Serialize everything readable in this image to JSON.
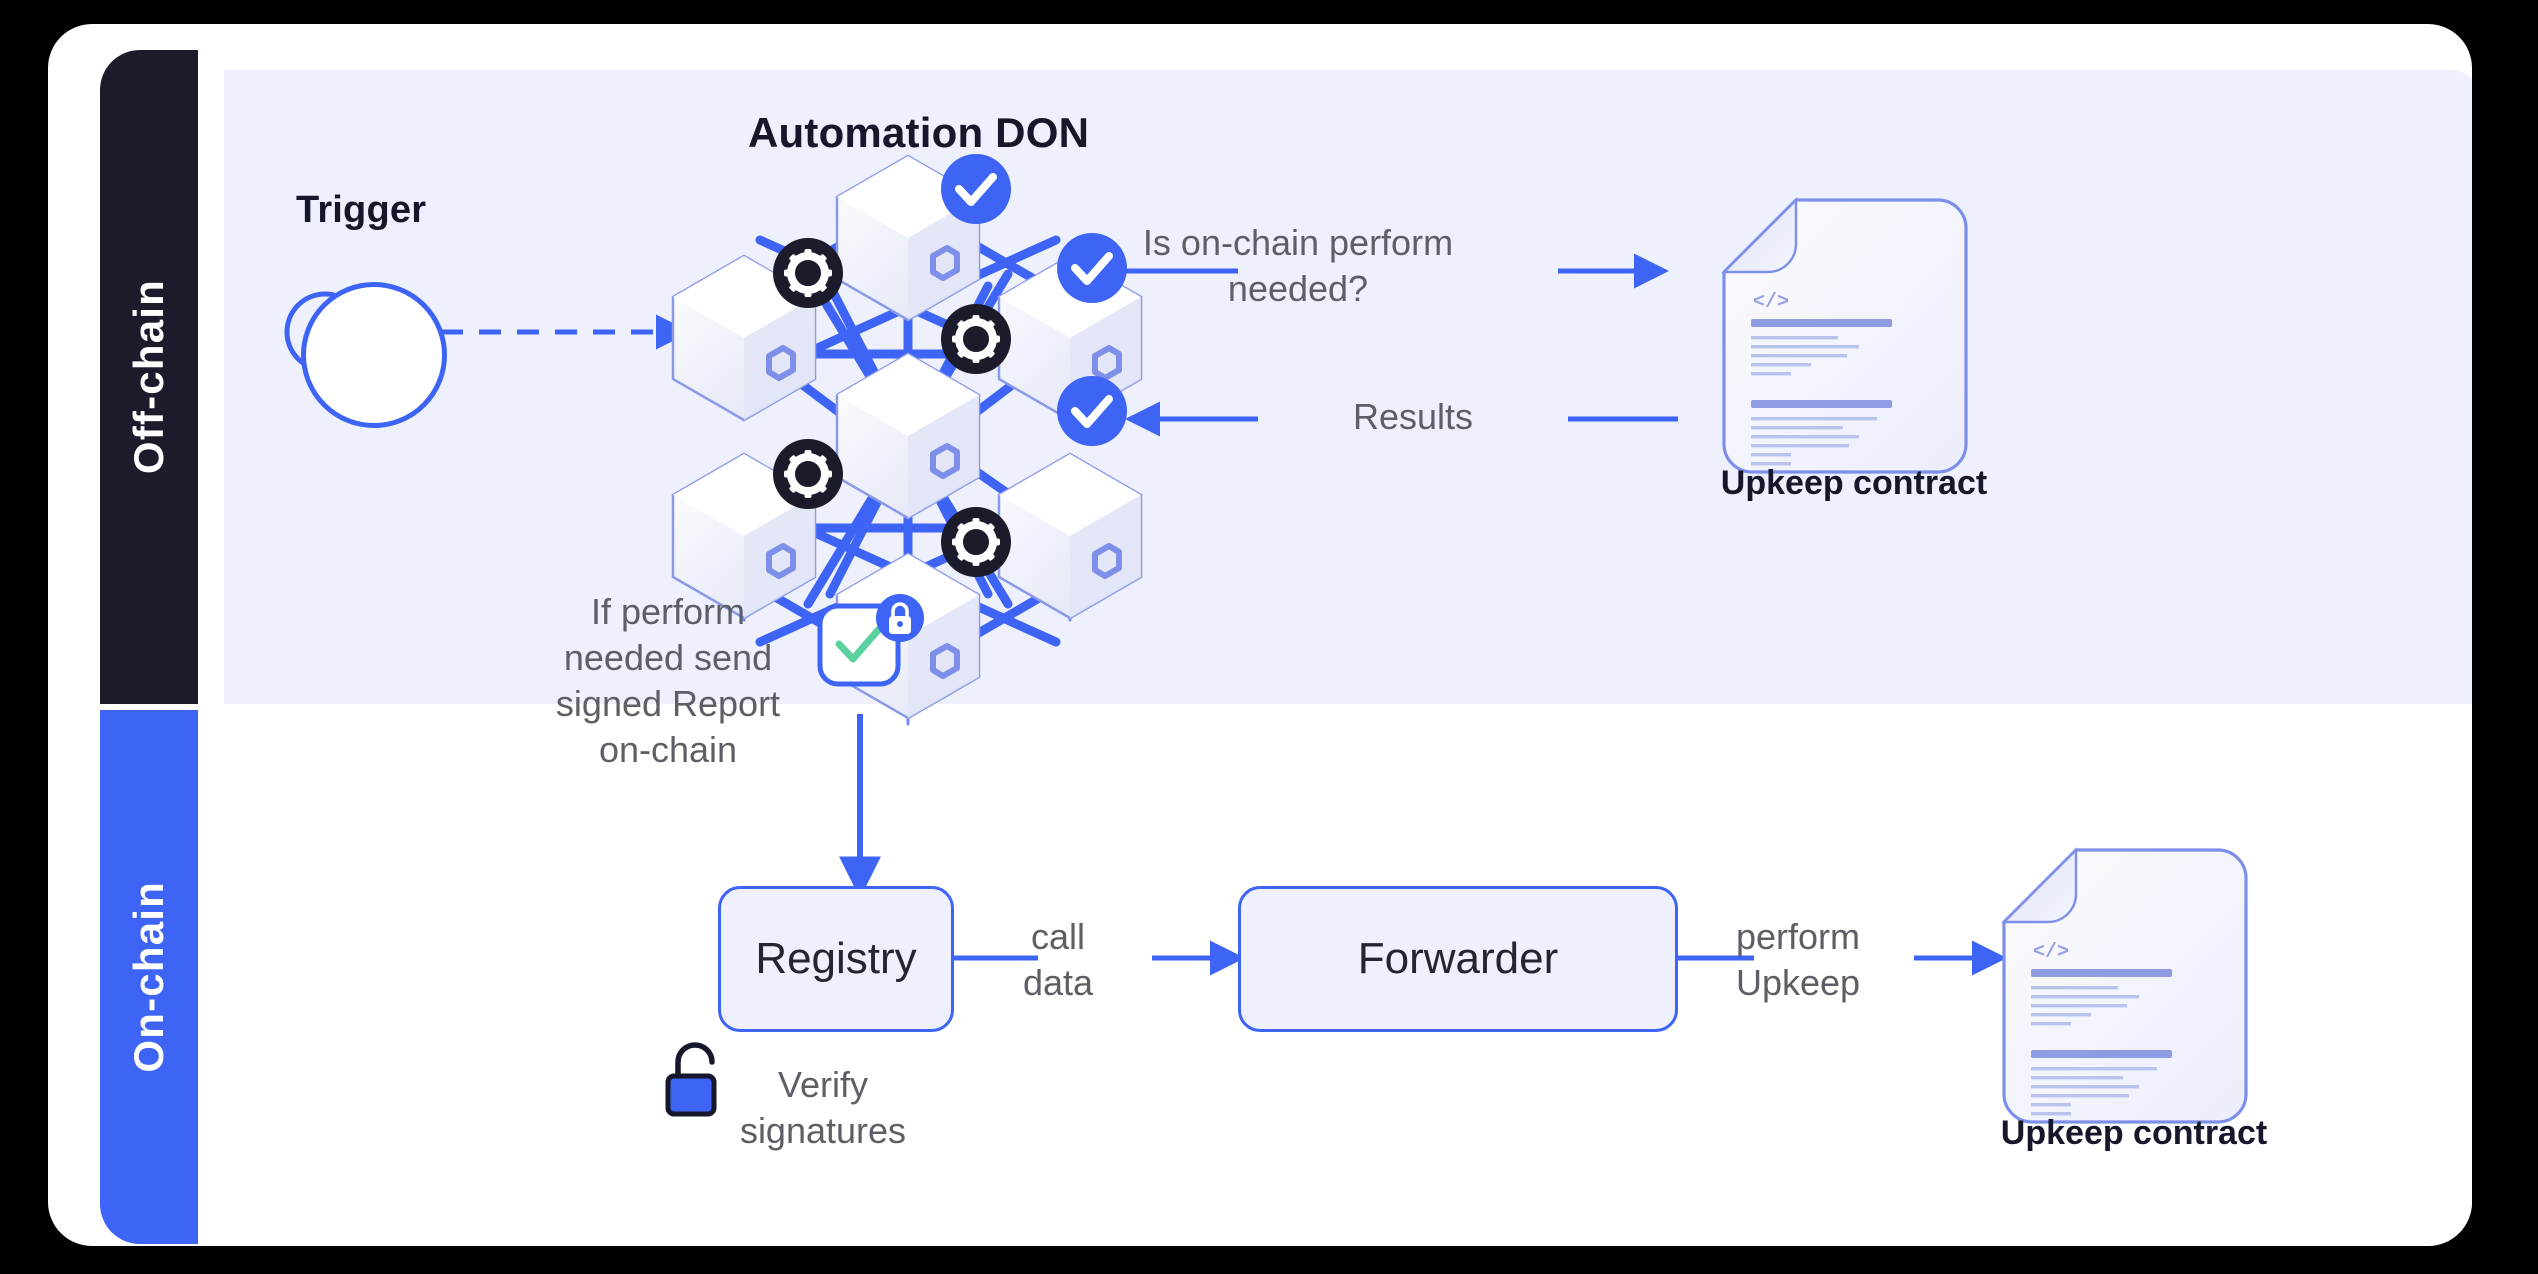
{
  "diagram": {
    "title": "Chainlink Automation architecture",
    "colors": {
      "accent_blue": "#3d64f4",
      "rail_dark": "#1b1b2b",
      "panel_offchain": "#eef0fd",
      "panel_onchain": "#ffffff",
      "label_gray": "#5d5f66",
      "check_green": "#5bd1a0",
      "node_badge_dark": "#1b1b2b"
    }
  },
  "rails": {
    "offchain_label": "Off-chain",
    "onchain_label": "On-chain"
  },
  "offchain": {
    "trigger_title": "Trigger",
    "trigger_icon": "clock-icon",
    "don_title": "Automation DON",
    "don_nodes": [
      {
        "badge": "check"
      },
      {
        "badge": "gear"
      },
      {
        "badge": "check"
      },
      {
        "badge": "gear"
      },
      {
        "badge": "gear"
      },
      {
        "badge": "check"
      },
      {
        "badge": "gear"
      }
    ],
    "edge_to_contract_label": "Is on-chain perform\nneeded?",
    "edge_from_contract_label": "Results",
    "upkeep_contract_label": "Upkeep contract",
    "upkeep_contract_icon": "code-document-icon"
  },
  "bridge": {
    "report_label": "If perform\nneeded send\nsigned Report\non-chain",
    "report_check_icon": "green-check-icon",
    "report_lock_icon": "locked-padlock-icon"
  },
  "onchain": {
    "registry_label": "Registry",
    "registry_note": "Verify\nsignatures",
    "registry_note_icon": "unlocked-padlock-icon",
    "registry_to_forwarder_label": "call\ndata",
    "forwarder_label": "Forwarder",
    "forwarder_to_contract_label": "perform\nUpkeep",
    "upkeep_contract_label": "Upkeep contract",
    "upkeep_contract_icon": "code-document-icon"
  }
}
